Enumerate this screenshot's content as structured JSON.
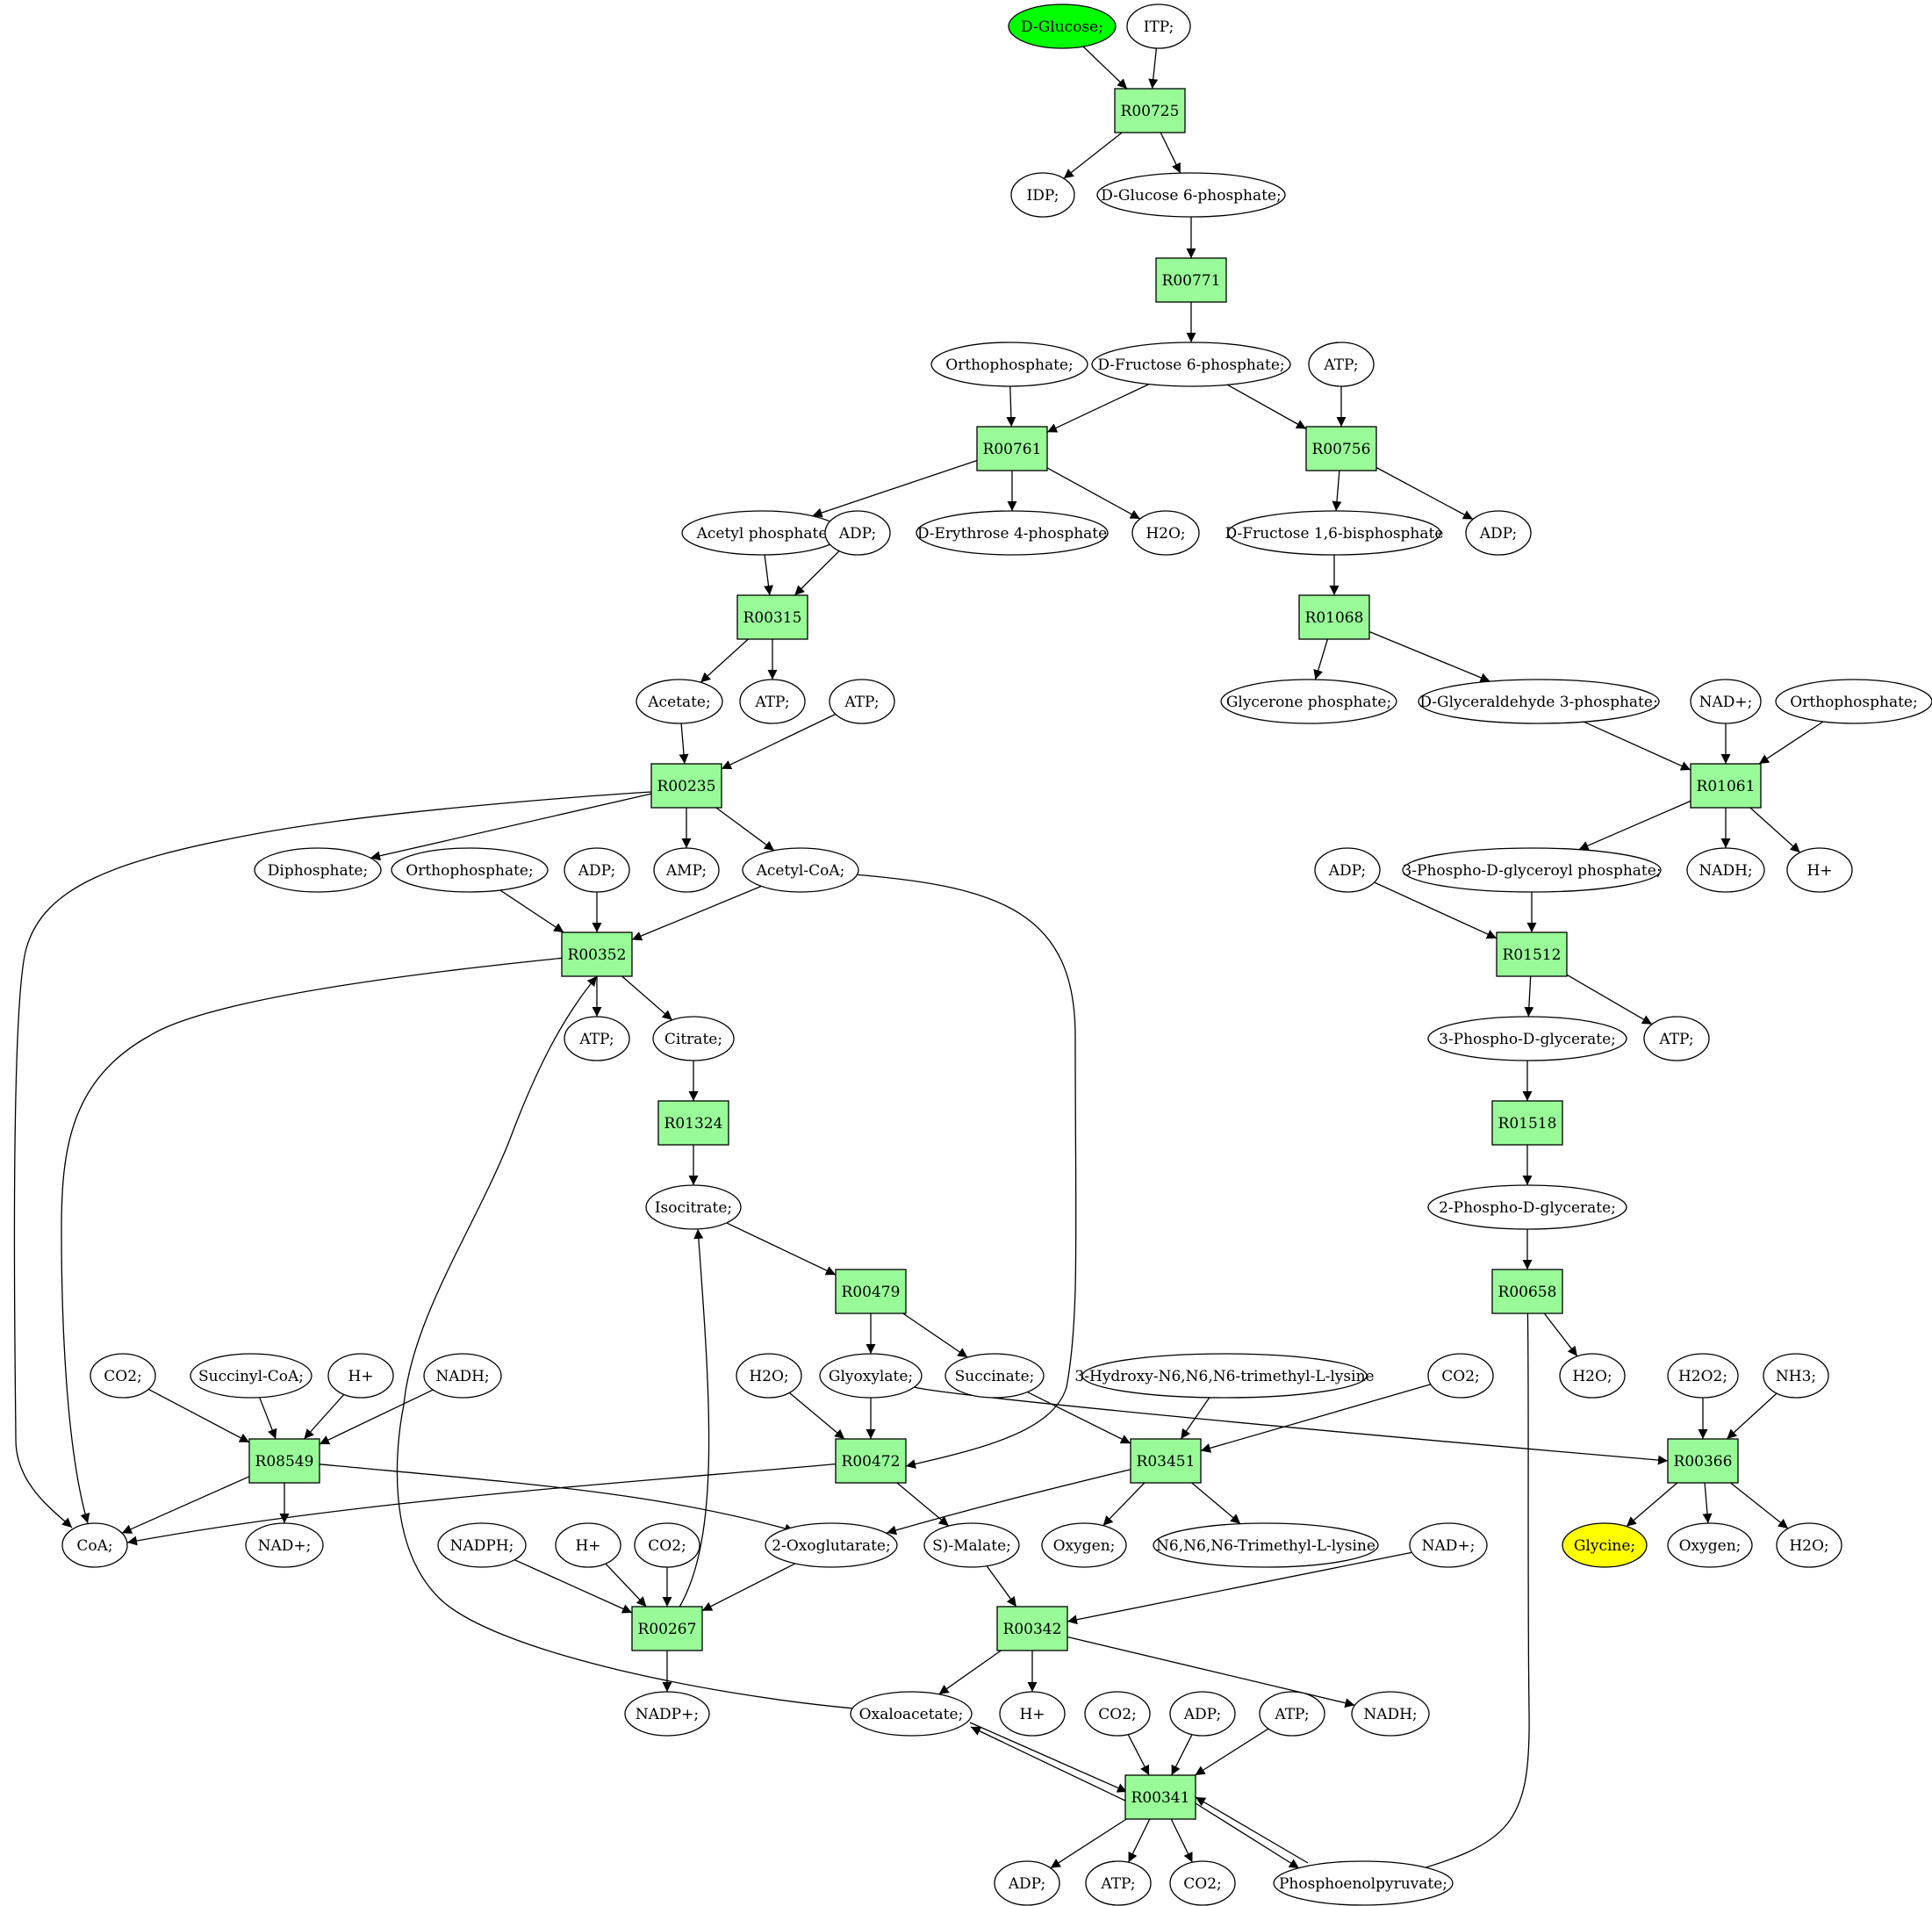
{
  "colors": {
    "reaction_fill": "#98fb98",
    "metabolite_fill": "#ffffff",
    "start_fill": "#00ff00",
    "target_fill": "#ffff00",
    "stroke": "#000000"
  },
  "reactions": [
    {
      "id": "r00725",
      "label": "R00725"
    },
    {
      "id": "r00771",
      "label": "R00771"
    },
    {
      "id": "r00761",
      "label": "R00761"
    },
    {
      "id": "r00756",
      "label": "R00756"
    },
    {
      "id": "r00315",
      "label": "R00315"
    },
    {
      "id": "r01068",
      "label": "R01068"
    },
    {
      "id": "r00235",
      "label": "R00235"
    },
    {
      "id": "r01061",
      "label": "R01061"
    },
    {
      "id": "r00352",
      "label": "R00352"
    },
    {
      "id": "r01512",
      "label": "R01512"
    },
    {
      "id": "r01324",
      "label": "R01324"
    },
    {
      "id": "r01518",
      "label": "R01518"
    },
    {
      "id": "r00479",
      "label": "R00479"
    },
    {
      "id": "r00658",
      "label": "R00658"
    },
    {
      "id": "r08549",
      "label": "R08549"
    },
    {
      "id": "r00472",
      "label": "R00472"
    },
    {
      "id": "r03451",
      "label": "R03451"
    },
    {
      "id": "r00366",
      "label": "R00366"
    },
    {
      "id": "r00267",
      "label": "R00267"
    },
    {
      "id": "r00342",
      "label": "R00342"
    },
    {
      "id": "r00341",
      "label": "R00341"
    }
  ],
  "metabolites": [
    {
      "id": "glucose",
      "label": "D-Glucose;",
      "role": "start"
    },
    {
      "id": "itp",
      "label": "ITP;"
    },
    {
      "id": "idp",
      "label": "IDP;"
    },
    {
      "id": "g6p",
      "label": "D-Glucose 6-phosphate;"
    },
    {
      "id": "orthop1",
      "label": "Orthophosphate;"
    },
    {
      "id": "f6p",
      "label": "D-Fructose 6-phosphate;"
    },
    {
      "id": "atp1",
      "label": "ATP;"
    },
    {
      "id": "acetylp",
      "label": "Acetyl phosphate"
    },
    {
      "id": "adp1",
      "label": "ADP;"
    },
    {
      "id": "e4p",
      "label": "D-Erythrose 4-phosphate"
    },
    {
      "id": "h2o1",
      "label": "H2O;"
    },
    {
      "id": "fbp",
      "label": "D-Fructose 1,6-bisphosphate"
    },
    {
      "id": "adp2",
      "label": "ADP;"
    },
    {
      "id": "acetate",
      "label": "Acetate;"
    },
    {
      "id": "atp2",
      "label": "ATP;"
    },
    {
      "id": "atp3",
      "label": "ATP;"
    },
    {
      "id": "glyceronep",
      "label": "Glycerone phosphate;"
    },
    {
      "id": "g3p",
      "label": "D-Glyceraldehyde 3-phosphate;"
    },
    {
      "id": "nadp1",
      "label": "NAD+;"
    },
    {
      "id": "orthop2",
      "label": "Orthophosphate;"
    },
    {
      "id": "diphosphate",
      "label": "Diphosphate;"
    },
    {
      "id": "orthop3",
      "label": "Orthophosphate;"
    },
    {
      "id": "adp3",
      "label": "ADP;"
    },
    {
      "id": "amp",
      "label": "AMP;"
    },
    {
      "id": "acetylcoa",
      "label": "Acetyl-CoA;"
    },
    {
      "id": "adp4",
      "label": "ADP;"
    },
    {
      "id": "pglyceroylp",
      "label": "3-Phospho-D-glyceroyl phosphate;"
    },
    {
      "id": "nadh1",
      "label": "NADH;"
    },
    {
      "id": "hplus1",
      "label": "H+"
    },
    {
      "id": "atp4",
      "label": "ATP;"
    },
    {
      "id": "citrate",
      "label": "Citrate;"
    },
    {
      "id": "pg3",
      "label": "3-Phospho-D-glycerate;"
    },
    {
      "id": "atp5",
      "label": "ATP;"
    },
    {
      "id": "isocitrate",
      "label": "Isocitrate;"
    },
    {
      "id": "pg2",
      "label": "2-Phospho-D-glycerate;"
    },
    {
      "id": "co2a",
      "label": "CO2;"
    },
    {
      "id": "succoa",
      "label": "Succinyl-CoA;"
    },
    {
      "id": "hplus2",
      "label": "H+"
    },
    {
      "id": "nadh2",
      "label": "NADH;"
    },
    {
      "id": "h2o2a",
      "label": "H2O;"
    },
    {
      "id": "glyoxylate",
      "label": "Glyoxylate;"
    },
    {
      "id": "succinate",
      "label": "Succinate;"
    },
    {
      "id": "hydroxytml",
      "label": "3-Hydroxy-N6,N6,N6-trimethyl-L-lysine"
    },
    {
      "id": "co2b",
      "label": "CO2;"
    },
    {
      "id": "h2o3",
      "label": "H2O;"
    },
    {
      "id": "h2o2",
      "label": "H2O2;"
    },
    {
      "id": "nh3",
      "label": "NH3;"
    },
    {
      "id": "coa",
      "label": "CoA;"
    },
    {
      "id": "nadp2",
      "label": "NAD+;"
    },
    {
      "id": "nadph",
      "label": "NADPH;"
    },
    {
      "id": "hplus3",
      "label": "H+"
    },
    {
      "id": "co2c",
      "label": "CO2;"
    },
    {
      "id": "oxoglutarate",
      "label": "2-Oxoglutarate;"
    },
    {
      "id": "malate",
      "label": "S)-Malate;"
    },
    {
      "id": "oxygen1",
      "label": "Oxygen;"
    },
    {
      "id": "tml",
      "label": "N6,N6,N6-Trimethyl-L-lysine"
    },
    {
      "id": "nadp3",
      "label": "NAD+;"
    },
    {
      "id": "glycine",
      "label": "Glycine;",
      "role": "target"
    },
    {
      "id": "oxygen2",
      "label": "Oxygen;"
    },
    {
      "id": "h2o4",
      "label": "H2O;"
    },
    {
      "id": "nadpplus",
      "label": "NADP+;"
    },
    {
      "id": "oxaloacetate",
      "label": "Oxaloacetate;"
    },
    {
      "id": "hplus4",
      "label": "H+"
    },
    {
      "id": "co2d",
      "label": "CO2;"
    },
    {
      "id": "adp5",
      "label": "ADP;"
    },
    {
      "id": "atp6",
      "label": "ATP;"
    },
    {
      "id": "nadh3",
      "label": "NADH;"
    },
    {
      "id": "adp6",
      "label": "ADP;"
    },
    {
      "id": "atp7",
      "label": "ATP;"
    },
    {
      "id": "co2e",
      "label": "CO2;"
    },
    {
      "id": "pep",
      "label": "Phosphoenolpyruvate;"
    }
  ]
}
